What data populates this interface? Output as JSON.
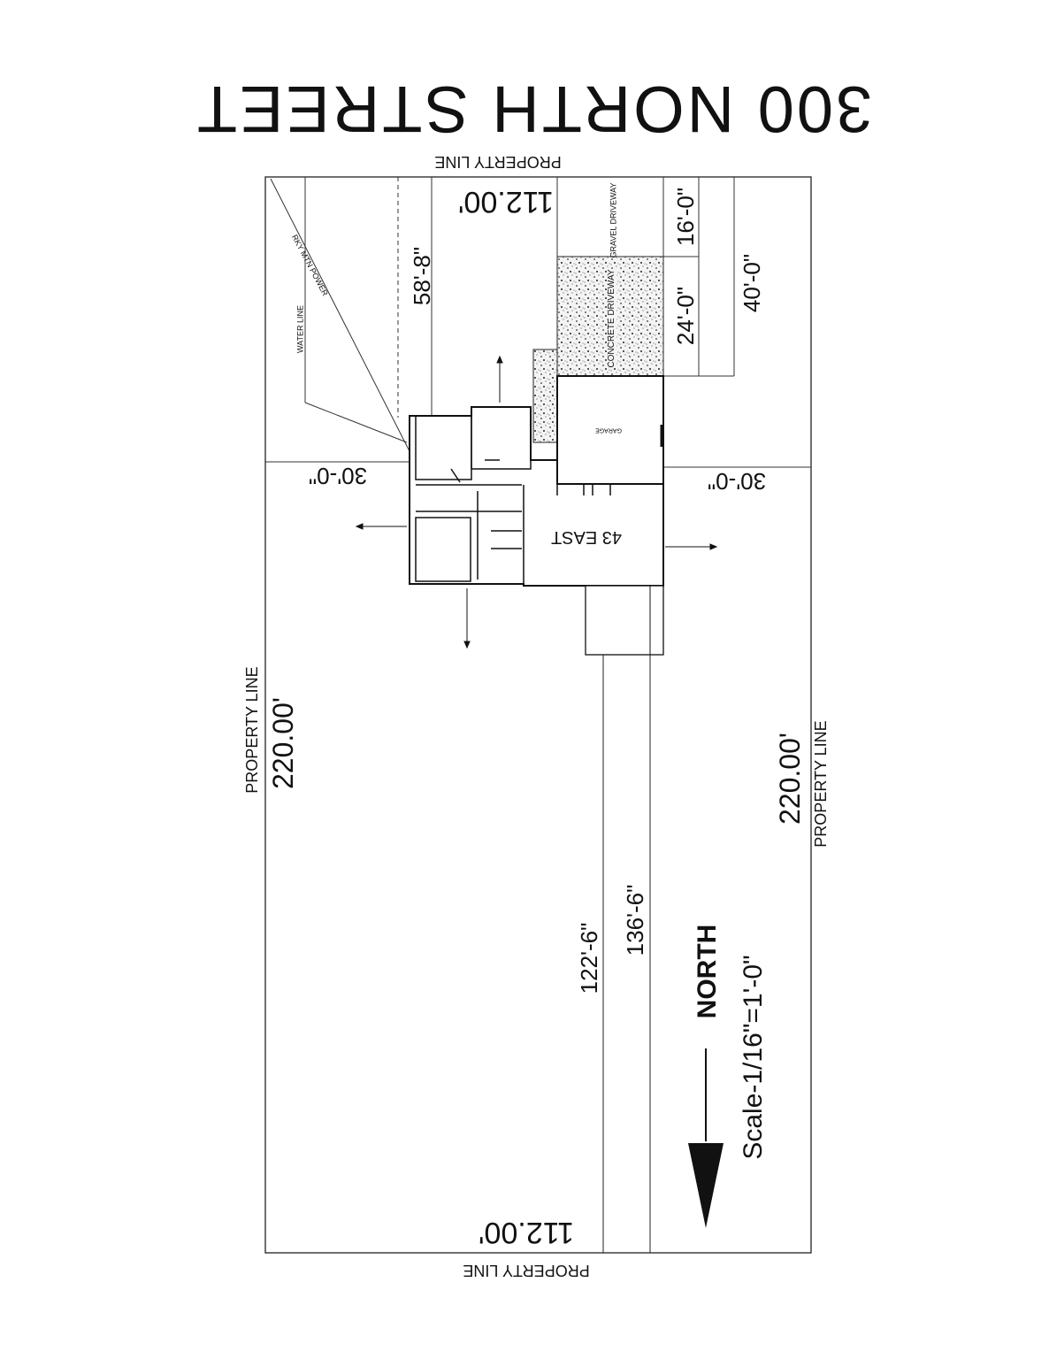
{
  "street": {
    "name": "300 NORTH STREET"
  },
  "property": {
    "line_label": "PROPERTY LINE",
    "north_width": "112.00'",
    "south_width": "112.00'",
    "west_length": "220.00'",
    "east_length": "220.00'"
  },
  "dimensions": {
    "d58_8": "58'-8\"",
    "d16_0": "16'-0\"",
    "d24_0": "24'-0\"",
    "d40_0": "40'-0\"",
    "setback_left": "30'-0\"",
    "setback_right": "30'-0\"",
    "d122_6": "122'-6\"",
    "d136_6": "136'-6\""
  },
  "site": {
    "water_line": "WATER LINE",
    "power": "RKY MTN POWER",
    "gravel": "GRAVEL DRIVEWAY",
    "concrete": "CONCRETE DRIVEWAY",
    "house": "43 EAST",
    "garage": "GARAGE"
  },
  "legend": {
    "north": "NORTH",
    "scale": "Scale-1/16\"=1'-0\""
  }
}
